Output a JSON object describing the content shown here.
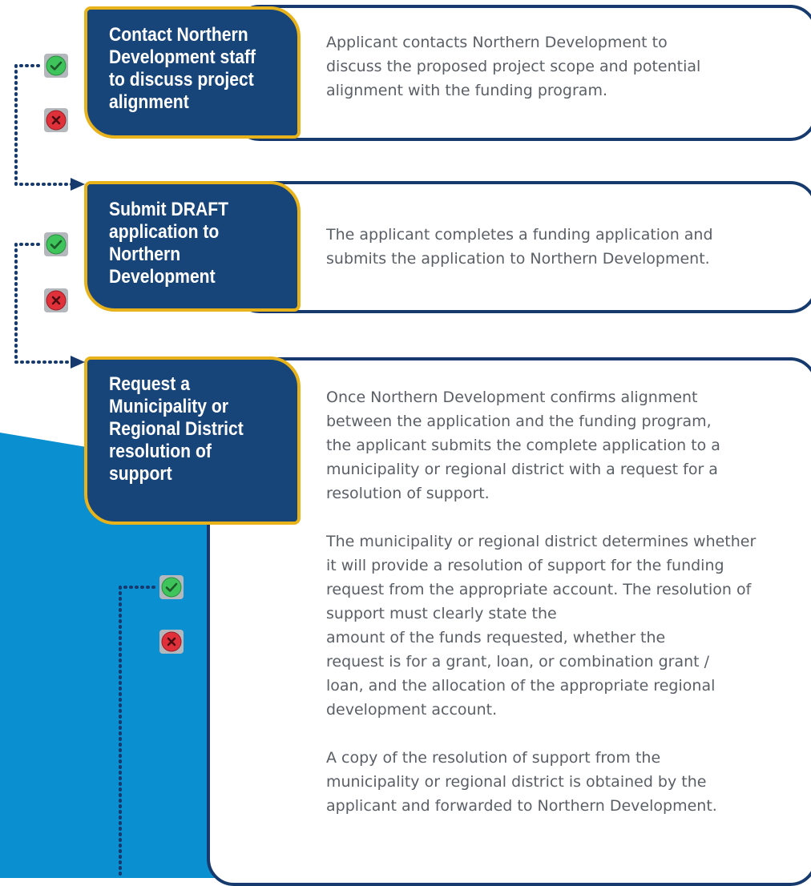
{
  "steps": [
    {
      "title": "Contact Northern\nDevelopment staff\nto discuss project\nalignment",
      "description": "Applicant contacts Northern Development to\ndiscuss the proposed project scope and potential\nalignment with the funding program."
    },
    {
      "title": "Submit DRAFT\napplication to\nNorthern\nDevelopment",
      "description": "The applicant completes a funding application and\nsubmits the application to Northern Development."
    },
    {
      "title": "Request a\nMunicipality or\nRegional District\nresolution of\nsupport",
      "description": "Once Northern Development confirms alignment\nbetween the application and the funding program,\nthe applicant submits the complete application to a\nmunicipality or regional district with a request for a\nresolution of support.\n\nThe municipality or regional district determines whether\nit will provide a resolution of support for the funding\nrequest from the appropriate account. The resolution of\nsupport must clearly state the\namount of the funds requested, whether the\nrequest is for a grant, loan, or combination grant /\nloan, and the allocation of the appropriate regional\ndevelopment account.\n\nA copy of the resolution of support from the\nmunicipality or regional district is obtained by the\napplicant and forwarded to Northern Development."
    }
  ],
  "colors": {
    "step_fill": "#17457a",
    "step_border": "#e8b21b",
    "box_border": "#173a6e",
    "background_accent": "#0a8fd0",
    "approve": "#3ec45a",
    "reject": "#e0313a"
  },
  "icons": {
    "approve": "check-circle-icon",
    "reject": "x-circle-icon"
  }
}
